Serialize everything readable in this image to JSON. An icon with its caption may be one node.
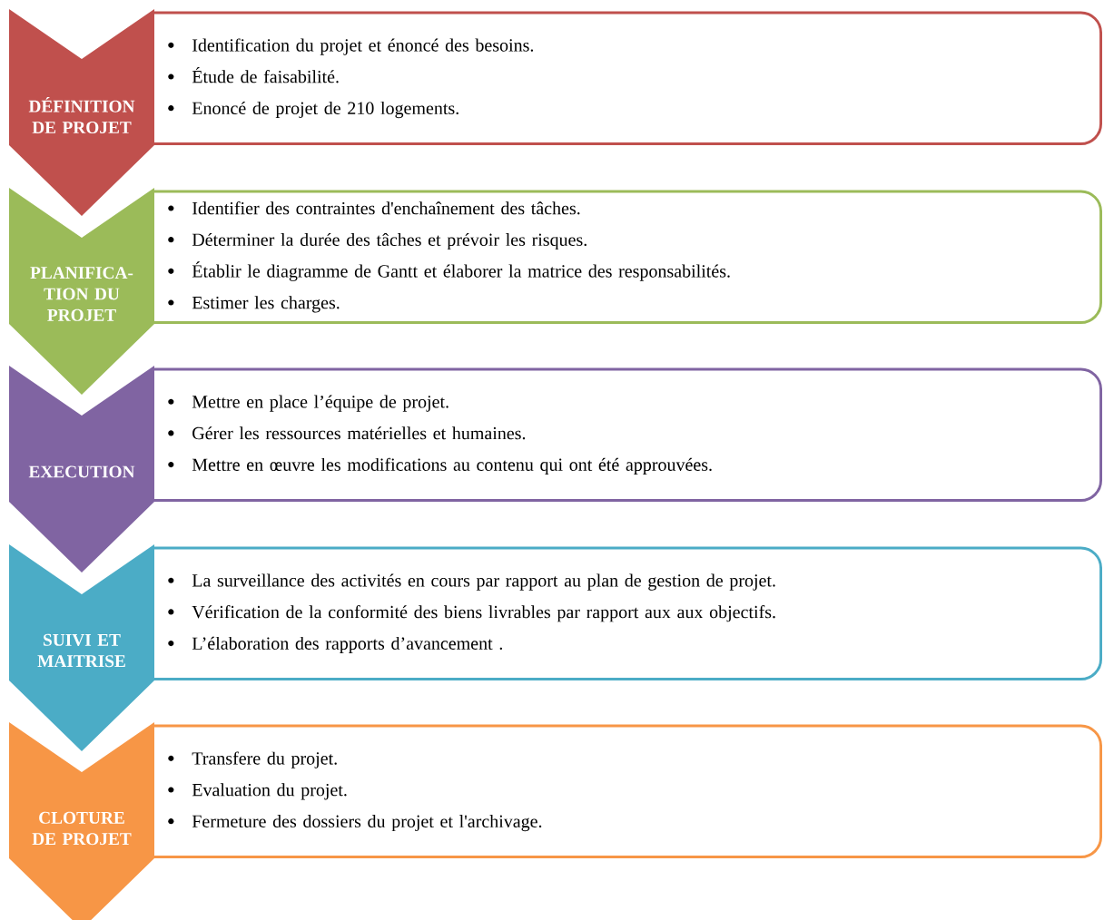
{
  "diagram": {
    "nodes": [
      {
        "text": [
          "DÉFINITION DE PROJET"
        ]
      },
      {
        "text": [
          "Identification du projet et énoncé des besoins.",
          "Étude de faisabilité.",
          "Enoncé de projet de 210 logements."
        ]
      },
      {
        "text": [
          "PLANIFICA- TION DU PROJET"
        ]
      },
      {
        "text": [
          "Identifier des contraintes d'enchaînement des tâches.",
          "Déterminer la durée des tâches et prévoir les risques.",
          "Établir le diagramme de Gantt et élaborer la matrice des responsabilités.",
          "Estimer les charges."
        ]
      },
      {
        "text": [
          "EXECUTION"
        ]
      },
      {
        "text": [
          "Mettre en place l’équipe de projet.",
          "Gérer les ressources matérielles et humaines.",
          "Mettre en œuvre les modifications au contenu qui ont été approuvées."
        ]
      },
      {
        "text": [
          "SUIVI ET MAITRISE"
        ]
      },
      {
        "text": [
          "La surveillance des activités en cours par rapport au plan de gestion de projet.",
          "Vérification de la conformité des biens livrables par rapport aux aux objectifs.",
          "L’élaboration des rapports d’avancement ."
        ]
      },
      {
        "text": [
          "CLOTURE DE PROJET"
        ]
      },
      {
        "text": [
          "Transfere du projet.",
          "Evaluation du projet.",
          "Fermeture des dossiers du projet et l'archivage."
        ]
      }
    ]
  }
}
